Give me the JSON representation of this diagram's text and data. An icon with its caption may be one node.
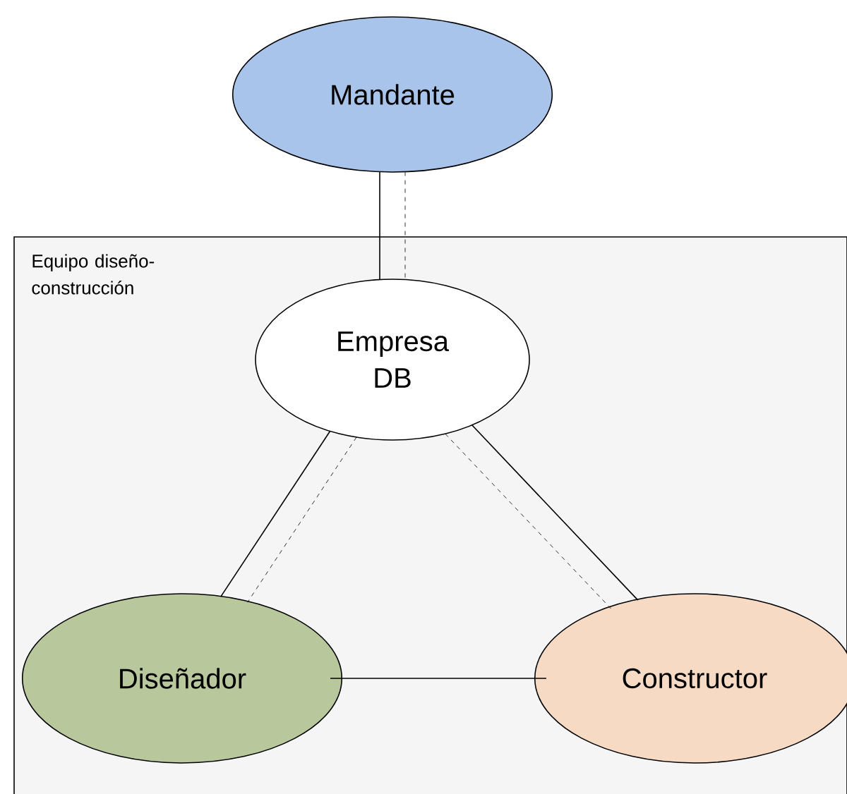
{
  "diagram": {
    "nodes": [
      {
        "text": [
          "Equipo diseño-construcción"
        ]
      },
      {
        "text": [
          "Mandante"
        ]
      },
      {
        "text": [
          "Empresa DB"
        ],
        "in": 0
      },
      {
        "text": [
          "Diseñador"
        ],
        "in": 0
      },
      {
        "text": [
          "Constructor"
        ],
        "in": 0
      }
    ],
    "edges": [
      {
        "from": 1,
        "to": 2,
        "arrow": "none"
      },
      {
        "from": 1,
        "to": 2,
        "arrow": "none",
        "style": "dashed"
      },
      {
        "from": 2,
        "to": 3,
        "arrow": "none"
      },
      {
        "from": 2,
        "to": 3,
        "arrow": "none",
        "style": "dashed"
      },
      {
        "from": 2,
        "to": 4,
        "arrow": "none"
      },
      {
        "from": 2,
        "to": 4,
        "arrow": "none",
        "style": "dashed"
      },
      {
        "from": 3,
        "to": 4,
        "arrow": "none"
      }
    ]
  }
}
